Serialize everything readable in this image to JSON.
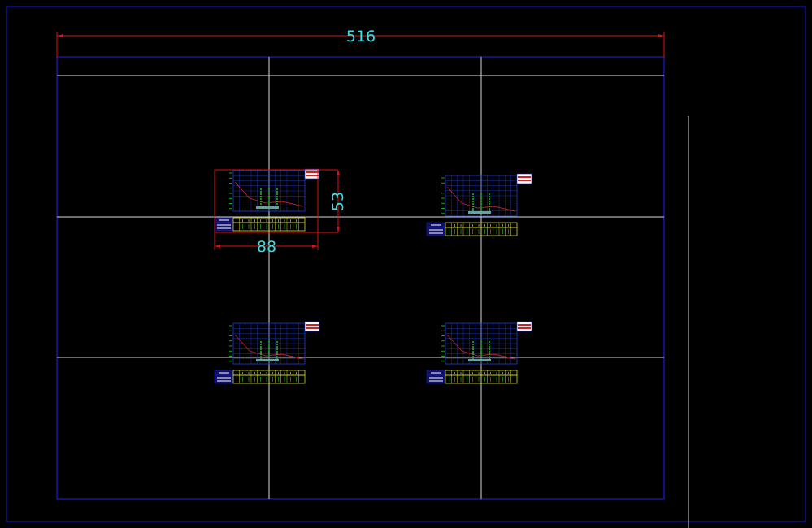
{
  "drawing": {
    "dim_width_label": "516",
    "dim_section_width_label": "88",
    "dim_section_height_label": "53"
  },
  "colors": {
    "background": "#000000",
    "frame": "#1a1ad8",
    "gridline": "#d8d8d8",
    "dimension": "#e01010",
    "dim_text": "#35e0e8",
    "section_grid": "#1f3fcf",
    "profile_green": "#22cc22",
    "band_yellow": "#d8d820",
    "ground_line": "#c02020"
  },
  "sections": [
    {
      "id": "top-left",
      "selected": true
    },
    {
      "id": "top-right",
      "selected": false
    },
    {
      "id": "bottom-left",
      "selected": false
    },
    {
      "id": "bottom-right",
      "selected": false
    }
  ]
}
